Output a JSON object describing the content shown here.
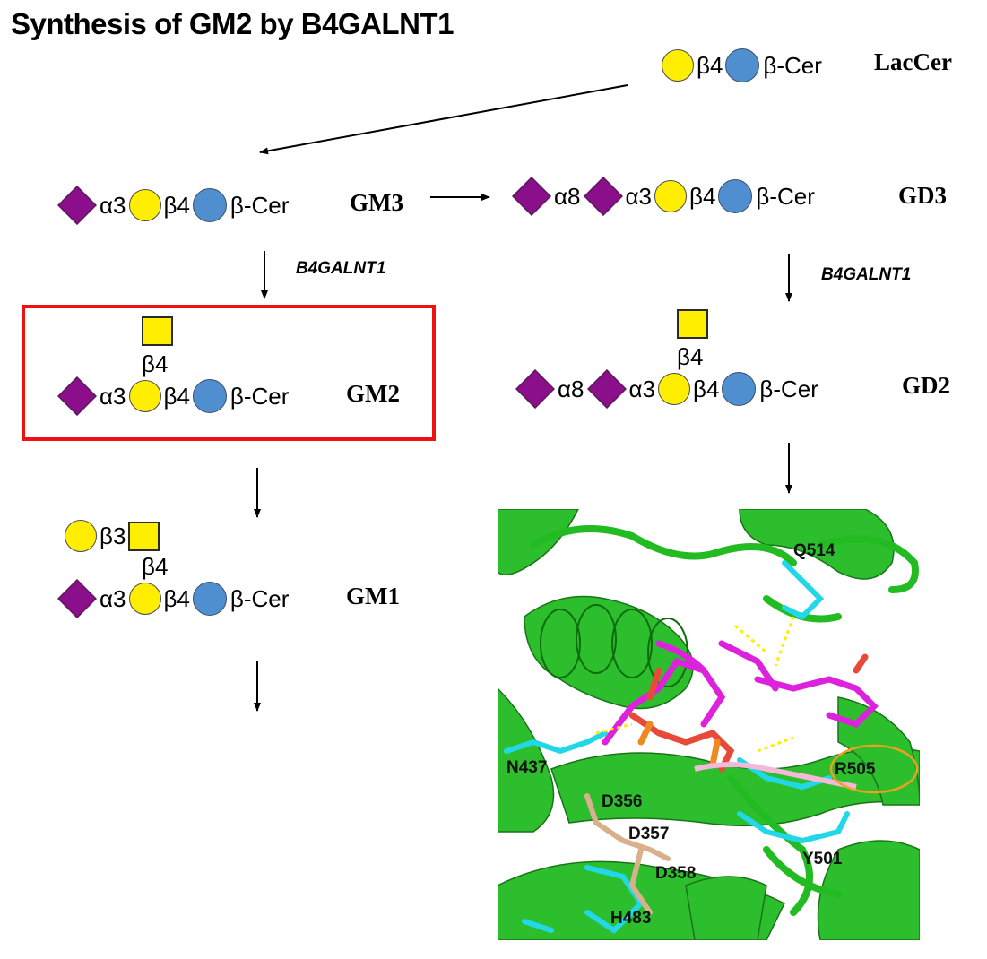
{
  "title": "Synthesis of GM2 by B4GALNT1",
  "enzyme": "B4GALNT1",
  "linkages": {
    "b4": "β4",
    "b3": "β3",
    "a3": "α3",
    "a8": "α8",
    "cer": "β-Cer"
  },
  "compounds": {
    "laccer": "LacCer",
    "gm3": "GM3",
    "gd3": "GD3",
    "gm2": "GM2",
    "gd2": "GD2",
    "gm1": "GM1"
  },
  "residues": [
    "Q514",
    "N437",
    "R505",
    "D356",
    "D357",
    "D358",
    "Y501",
    "H483"
  ],
  "symbol_colors": {
    "galactose": "#ffee00",
    "glucose": "#4f8fcf",
    "sialic_acid": "#8b0f8b",
    "galnac": "#ffee00",
    "highlight_box": "#ee1111",
    "protein_cartoon": "#22bb22"
  }
}
